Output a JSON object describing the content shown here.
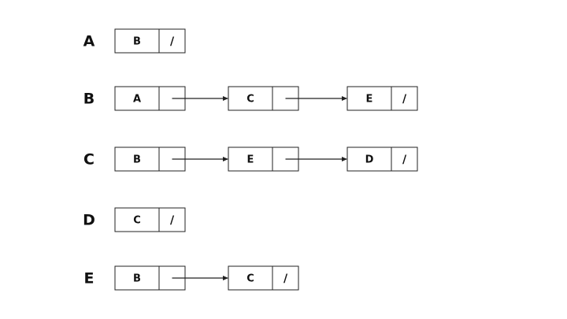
{
  "adjacency_list": [
    {
      "vertex": "A",
      "nodes": [
        {
          "value": "B",
          "next": "/"
        }
      ]
    },
    {
      "vertex": "B",
      "nodes": [
        {
          "value": "A",
          "next": ""
        },
        {
          "value": "C",
          "next": ""
        },
        {
          "value": "E",
          "next": "/"
        }
      ]
    },
    {
      "vertex": "C",
      "nodes": [
        {
          "value": "B",
          "next": ""
        },
        {
          "value": "E",
          "next": ""
        },
        {
          "value": "D",
          "next": "/"
        }
      ]
    },
    {
      "vertex": "D",
      "nodes": [
        {
          "value": "C",
          "next": "/"
        }
      ]
    },
    {
      "vertex": "E",
      "nodes": [
        {
          "value": "B",
          "next": ""
        },
        {
          "value": "C",
          "next": "/"
        }
      ]
    }
  ],
  "colors": {
    "stroke": "#222222",
    "text": "#111111",
    "background": "#ffffff"
  }
}
